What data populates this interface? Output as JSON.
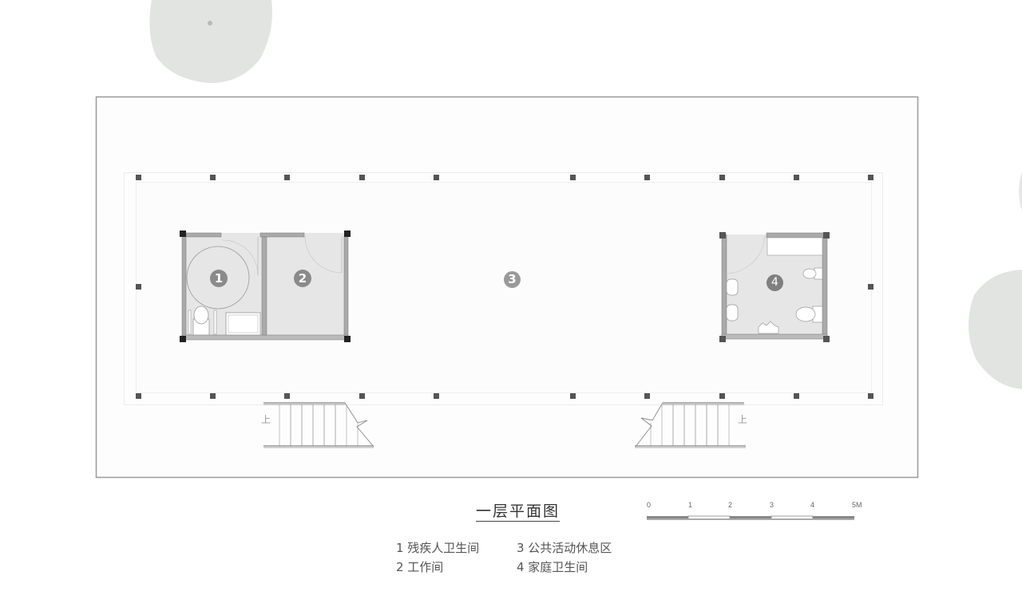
{
  "drawing": {
    "title": "一层平面图",
    "rooms": [
      {
        "number": "1",
        "name": "残疾人卫生间"
      },
      {
        "number": "2",
        "name": "工作间"
      },
      {
        "number": "3",
        "name": "公共活动休息区"
      },
      {
        "number": "4",
        "name": "家庭卫生间"
      }
    ],
    "room_markers": [
      "1",
      "2",
      "3",
      "4"
    ],
    "stair_label": "上"
  },
  "legend": {
    "items": [
      {
        "text": "1 残疾人卫生间"
      },
      {
        "text": "2 工作间"
      },
      {
        "text": "3 公共活动休息区"
      },
      {
        "text": "4 家庭卫生间"
      }
    ]
  },
  "scale_bar": {
    "ticks": [
      "0",
      "1",
      "2",
      "3",
      "4",
      "5M"
    ],
    "unit": "M"
  },
  "colors": {
    "wall": "#999999",
    "column": "#555555",
    "room_fill": "#e6e6e6",
    "marker_fill": "#8a8a8a",
    "tree": "#e2e4e2"
  }
}
